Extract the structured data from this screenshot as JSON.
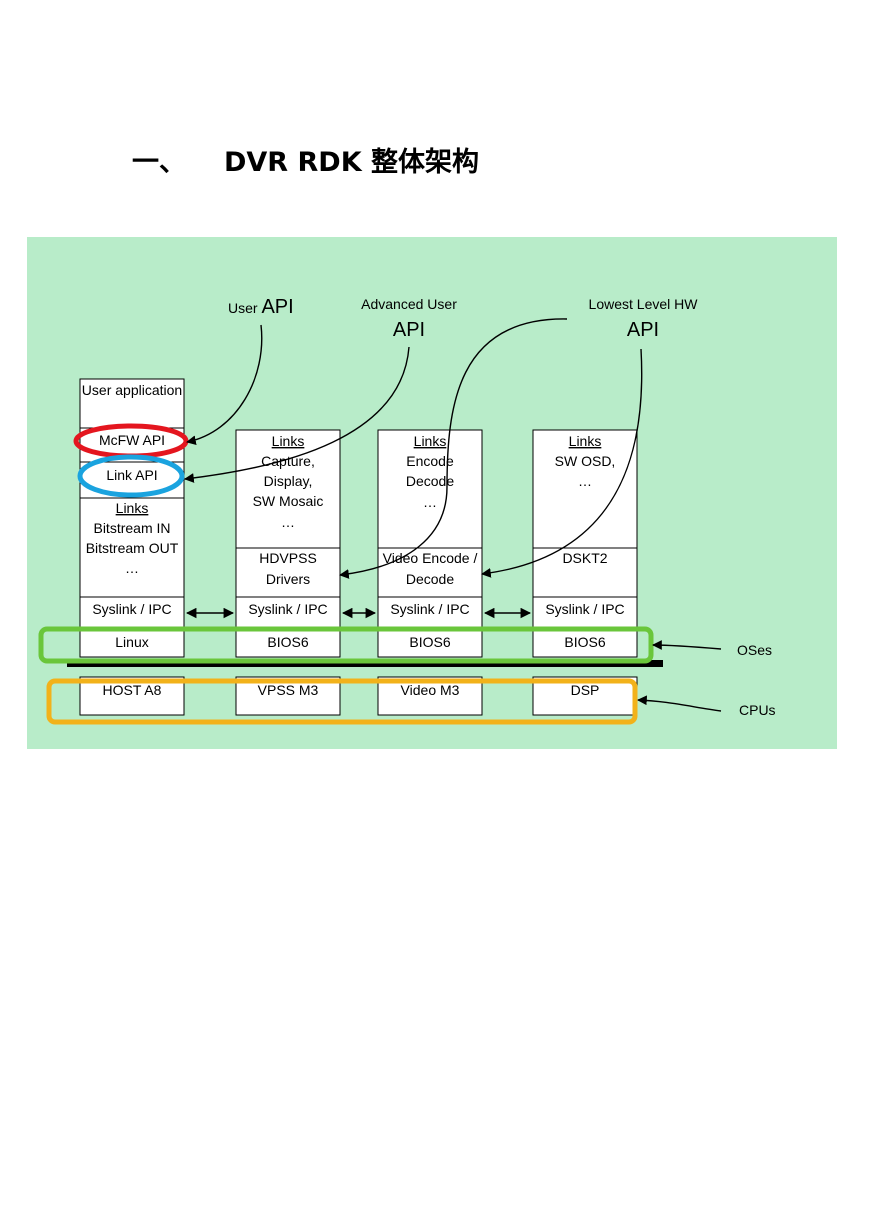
{
  "heading": {
    "number": "一、",
    "title": "DVR RDK 整体架构"
  },
  "colors": {
    "background_green": "#b8ecc9",
    "red_ring": "#e4161f",
    "blue_ring": "#1aa3df",
    "green_ring": "#6ac63b",
    "orange_ring": "#f2b21a"
  },
  "labels": {
    "user_api": [
      "User ",
      "API"
    ],
    "advanced_api": [
      "Advanced User",
      "API"
    ],
    "lowest_api": [
      "Lowest Level HW",
      "API"
    ],
    "oses": "OSes",
    "cpus": "CPUs"
  },
  "columns": {
    "host": {
      "user_application": "User application",
      "mcfw_api": "McFW API",
      "link_api": "Link API",
      "links_title": "Links",
      "links_lines": [
        "Bitstream IN",
        "Bitstream OUT",
        "…"
      ],
      "ipc": "Syslink / IPC",
      "os": "Linux",
      "cpu": "HOST A8"
    },
    "vpss": {
      "links_title": "Links",
      "links_lines": [
        "Capture,",
        "Display,",
        "SW Mosaic",
        "…"
      ],
      "driver_lines": [
        "HDVPSS",
        "Drivers"
      ],
      "ipc": "Syslink / IPC",
      "os": "BIOS6",
      "cpu": "VPSS M3"
    },
    "video": {
      "links_title": "Links",
      "links_lines": [
        "Encode",
        "Decode",
        "…"
      ],
      "driver_lines": [
        "Video Encode /",
        "Decode"
      ],
      "ipc": "Syslink / IPC",
      "os": "BIOS6",
      "cpu": "Video M3"
    },
    "dsp": {
      "links_title": "Links",
      "links_lines": [
        "SW OSD,",
        "…"
      ],
      "driver_lines": [
        "DSKT2"
      ],
      "ipc": "Syslink / IPC",
      "os": "BIOS6",
      "cpu": "DSP"
    }
  }
}
